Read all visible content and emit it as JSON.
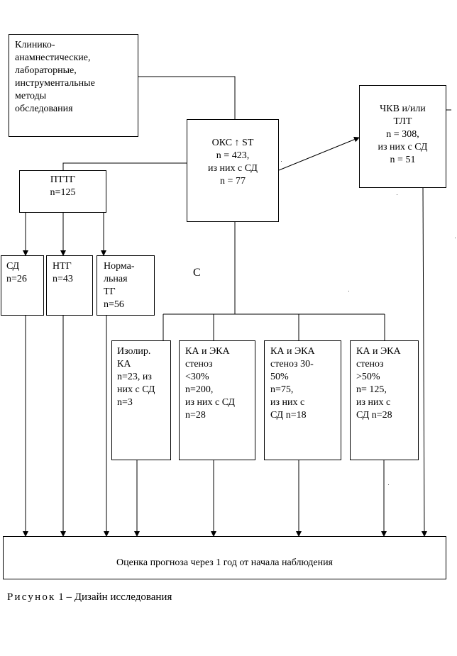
{
  "nodes": {
    "clinical": "Клинико-\nанамнестические,\nлабораторные,\nинструментальные\nметоды\nобследования",
    "oks": "ОКС ↑ ST\nn = 423,\nиз них с СД\nn = 77",
    "chkv": "ЧКВ и/или\nТЛТ\nn = 308,\nиз них с СД\nn = 51",
    "pttg": "ПТТГ\nn=125",
    "sd": "СД\nn=26",
    "ntg": "НТГ\nn=43",
    "normal": "Норма-\nльная\nТГ\nn=56",
    "isolated": "Изолир.\nКА\nn=23, из\nних с СД\nn=3",
    "stenosis_lt30": "КА и ЭКА\nстеноз\n<30%\nn=200,\nиз них с СД\nn=28",
    "stenosis_30_50": "КА и ЭКА\nстеноз 30-\n50%\nn=75,\nиз них с\nСД n=18",
    "stenosis_gt50": "КА и ЭКА\nстеноз\n>50%\nn= 125,\nиз них с\nСД n=28",
    "outcome": "Оценка прогноза через 1 год от начала наблюдения"
  },
  "stray_letter": "С",
  "caption": {
    "prefix": "Рисунок",
    "text": "1 – Дизайн исследования"
  }
}
